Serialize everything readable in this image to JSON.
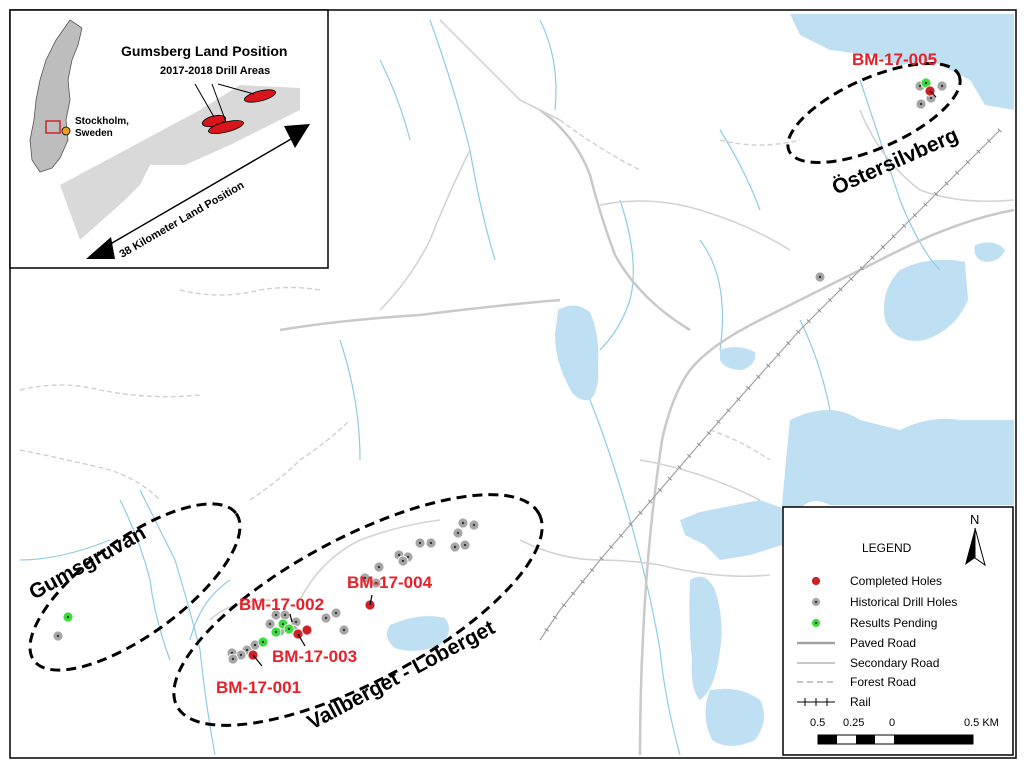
{
  "inset": {
    "title": "Gumsberg Land Position",
    "subtitle": "2017-2018 Drill Areas",
    "city": "Stockholm,",
    "country": "Sweden",
    "extent": "38 Kilometer Land Position"
  },
  "areas": {
    "gumsgruvan": "Gumsgruvan",
    "vallberget": "Vallberget - Loberget",
    "ostersilvberg": "Östersilvberg"
  },
  "holes": {
    "h1": "BM-17-001",
    "h2": "BM-17-002",
    "h3": "BM-17-003",
    "h4": "BM-17-004",
    "h5": "BM-17-005"
  },
  "legend": {
    "title": "LEGEND",
    "north": "N",
    "items": {
      "completed": "Completed Holes",
      "historical": "Historical Drill Holes",
      "pending": "Results Pending",
      "paved": "Paved Road",
      "secondary": "Secondary Road",
      "forest": "Forest Road",
      "rail": "Rail"
    },
    "scale": {
      "t1": "0.5",
      "t2": "0.25",
      "t3": "0",
      "t4": "0.5 KM"
    }
  },
  "colors": {
    "water": "#bfe0f2",
    "stream": "#8fcbe8",
    "road": "#c9c9c9",
    "completed": "#cc2127",
    "historical": "#a6a6a6",
    "pending": "#3ddc3d",
    "hole_label": "#e8202a"
  }
}
